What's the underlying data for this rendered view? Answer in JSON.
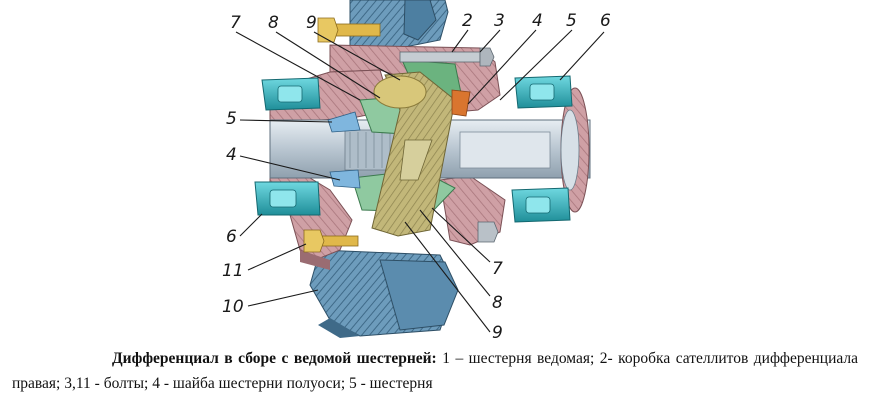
{
  "diagram": {
    "callouts": [
      {
        "id": "c7-top",
        "label": "7"
      },
      {
        "id": "c8-top",
        "label": "8"
      },
      {
        "id": "c9-top",
        "label": "9"
      },
      {
        "id": "c2",
        "label": "2"
      },
      {
        "id": "c3",
        "label": "3"
      },
      {
        "id": "c4-right",
        "label": "4"
      },
      {
        "id": "c5-right",
        "label": "5"
      },
      {
        "id": "c6-right",
        "label": "6"
      },
      {
        "id": "c5-left",
        "label": "5"
      },
      {
        "id": "c4-left",
        "label": "4"
      },
      {
        "id": "c6-left",
        "label": "6"
      },
      {
        "id": "c11",
        "label": "11"
      },
      {
        "id": "c10",
        "label": "10"
      },
      {
        "id": "c7-bottom",
        "label": "7"
      },
      {
        "id": "c8-bottom",
        "label": "8"
      },
      {
        "id": "c9-bottom",
        "label": "9"
      }
    ],
    "colors": {
      "housing": "#c9979c",
      "housing_dark": "#9a6c72",
      "gear": "#5f8fb0",
      "shaft": "#c8d3dc",
      "bearing": "#2fb3bf",
      "pin": "#b9ae6f",
      "satellite": "#8fc9a0",
      "bolt": "#e0b84a"
    }
  },
  "caption": {
    "lead": "Дифференциал в сборе с ведомой шестерней:",
    "body": " 1 – шестерня ведомая; 2- коробка сателлитов дифференциала правая; 3,11 - болты; 4 - шайба шестерни полуоси; 5 - шестерня"
  }
}
